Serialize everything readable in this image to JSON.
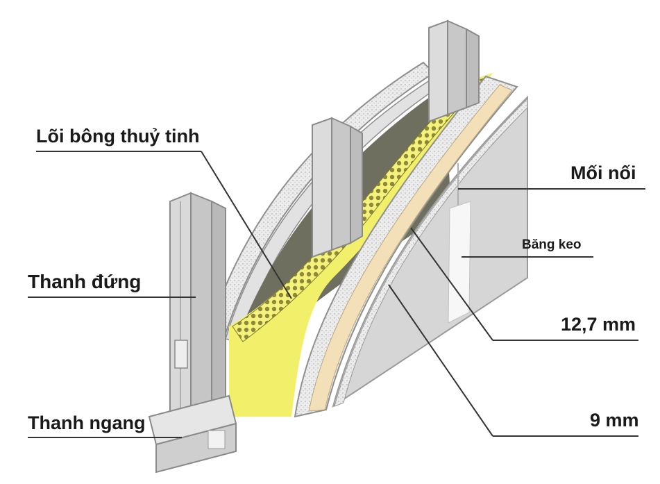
{
  "labels": {
    "glass_wool_core": "Lõi bông thuỷ tinh",
    "vertical_stud": "Thanh đứng",
    "horizontal_track": "Thanh ngang",
    "joint": "Mối nối",
    "tape": "Băng keo",
    "board_12_7": "12,7 mm",
    "board_9": "9 mm"
  },
  "colors": {
    "steel": "#d9d9d9",
    "steel_dark": "#a8a8a8",
    "board_core": "#e9e9e9",
    "board_edge": "#9a9a9a",
    "insulation": "#f4f27a",
    "insulation_dots": "#8c8a3a",
    "cavity": "#6f6f5f",
    "inner_board": "#f3dfb8",
    "gypsum_face": "#d6d6d6",
    "leader_line": "#333333"
  }
}
